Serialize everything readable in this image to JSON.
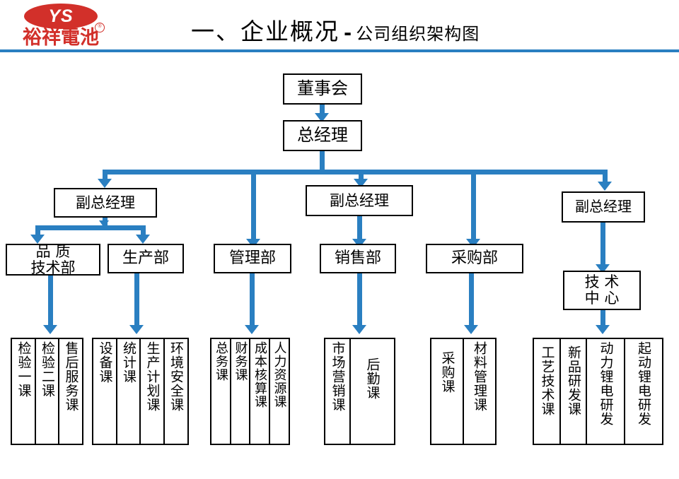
{
  "header": {
    "logo": {
      "mark_text": "YS",
      "registered_mark": "®",
      "company_name_cn": "裕祥電池",
      "brand_color": "#d2302a"
    },
    "title_main": "一、企业概况",
    "title_dash": "-",
    "title_sub": "公司组织架构图",
    "rule_color": "#2a7fc1"
  },
  "chart": {
    "connector_color": "#2a7fc1",
    "box_border_color": "#000000",
    "levels": {
      "board": "董事会",
      "general_manager": "总经理"
    },
    "vice_gm": [
      {
        "label": "副总经理"
      },
      {
        "label": "副总经理"
      },
      {
        "label": "副总经理"
      }
    ],
    "departments": [
      {
        "label": "品  质\n技术部"
      },
      {
        "label": "生产部"
      },
      {
        "label": "管理部"
      },
      {
        "label": "销售部"
      },
      {
        "label": "采购部"
      },
      {
        "label": "技  术\n中  心"
      }
    ],
    "leaf_groups": [
      {
        "parent": "品质技术部",
        "items": [
          {
            "label": "检验一课"
          },
          {
            "label": "检验二课"
          },
          {
            "label": "售后服务课"
          }
        ]
      },
      {
        "parent": "生产部",
        "items": [
          {
            "label": "设备课"
          },
          {
            "label": "统计课"
          },
          {
            "label": "生产计划课"
          },
          {
            "label": "环境安全课"
          }
        ]
      },
      {
        "parent": "管理部",
        "items": [
          {
            "label": "总务课"
          },
          {
            "label": "财务课"
          },
          {
            "label": "成本核算课"
          },
          {
            "label": "人力资源课"
          }
        ]
      },
      {
        "parent": "销售部",
        "items": [
          {
            "label": "市场营销课"
          },
          {
            "label": "后勤课"
          }
        ]
      },
      {
        "parent": "采购部",
        "items": [
          {
            "label": "采购课"
          },
          {
            "label": "材料管理课"
          }
        ]
      },
      {
        "parent": "技术中心",
        "items": [
          {
            "label": "工艺技术课"
          },
          {
            "label": "新品研发课"
          },
          {
            "label": "动力锂电研发"
          },
          {
            "label": "起动锂电研发"
          }
        ]
      }
    ]
  }
}
